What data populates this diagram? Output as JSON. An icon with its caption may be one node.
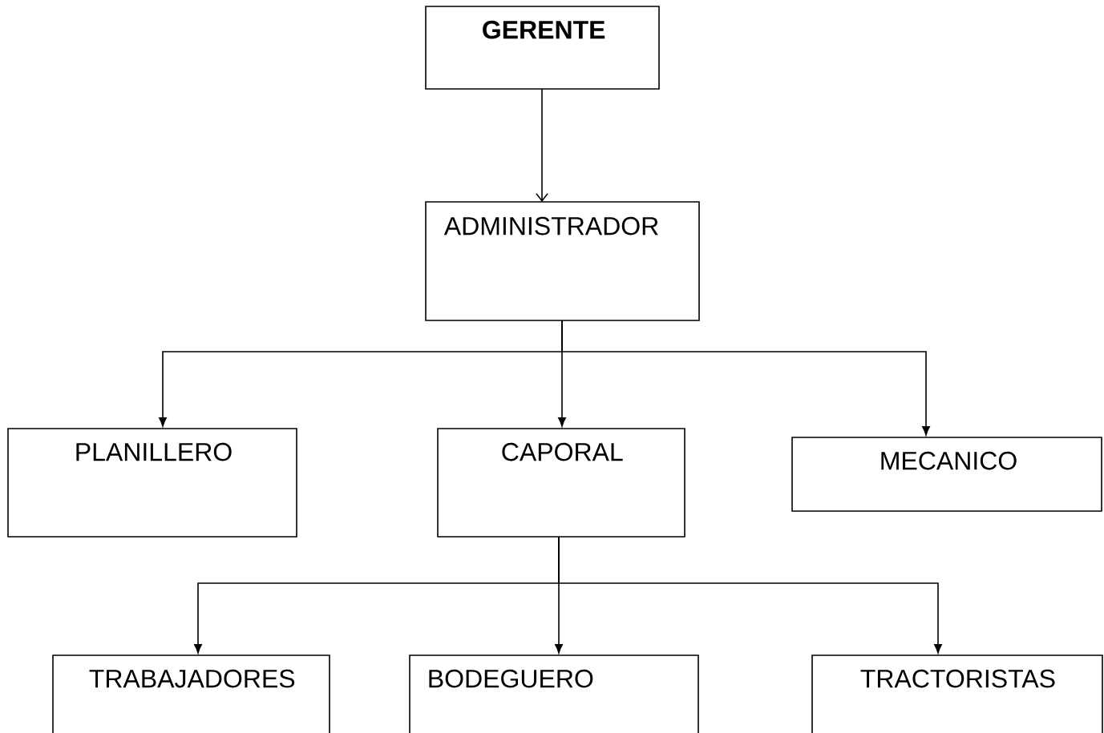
{
  "diagram": {
    "nodes": [
      {
        "text": [
          "GERENTE"
        ]
      },
      {
        "text": [
          "ADMINISTRADOR"
        ]
      },
      {
        "text": [
          "PLANILLERO"
        ]
      },
      {
        "text": [
          "CAPORAL"
        ]
      },
      {
        "text": [
          "MECANICO"
        ]
      },
      {
        "text": [
          "TRABAJADORES"
        ]
      },
      {
        "text": [
          "BODEGUERO"
        ]
      },
      {
        "text": [
          "TRACTORISTAS"
        ]
      }
    ],
    "edges": [
      {
        "from": 0,
        "to": 1,
        "arrow": "to"
      },
      {
        "from": 1,
        "to": 2,
        "arrow": "to"
      },
      {
        "from": 1,
        "to": 3,
        "arrow": "to"
      },
      {
        "from": 1,
        "to": 4,
        "arrow": "to"
      },
      {
        "from": 3,
        "to": 5,
        "arrow": "to"
      },
      {
        "from": 3,
        "to": 6,
        "arrow": "to"
      },
      {
        "from": 3,
        "to": 7,
        "arrow": "to"
      }
    ]
  }
}
